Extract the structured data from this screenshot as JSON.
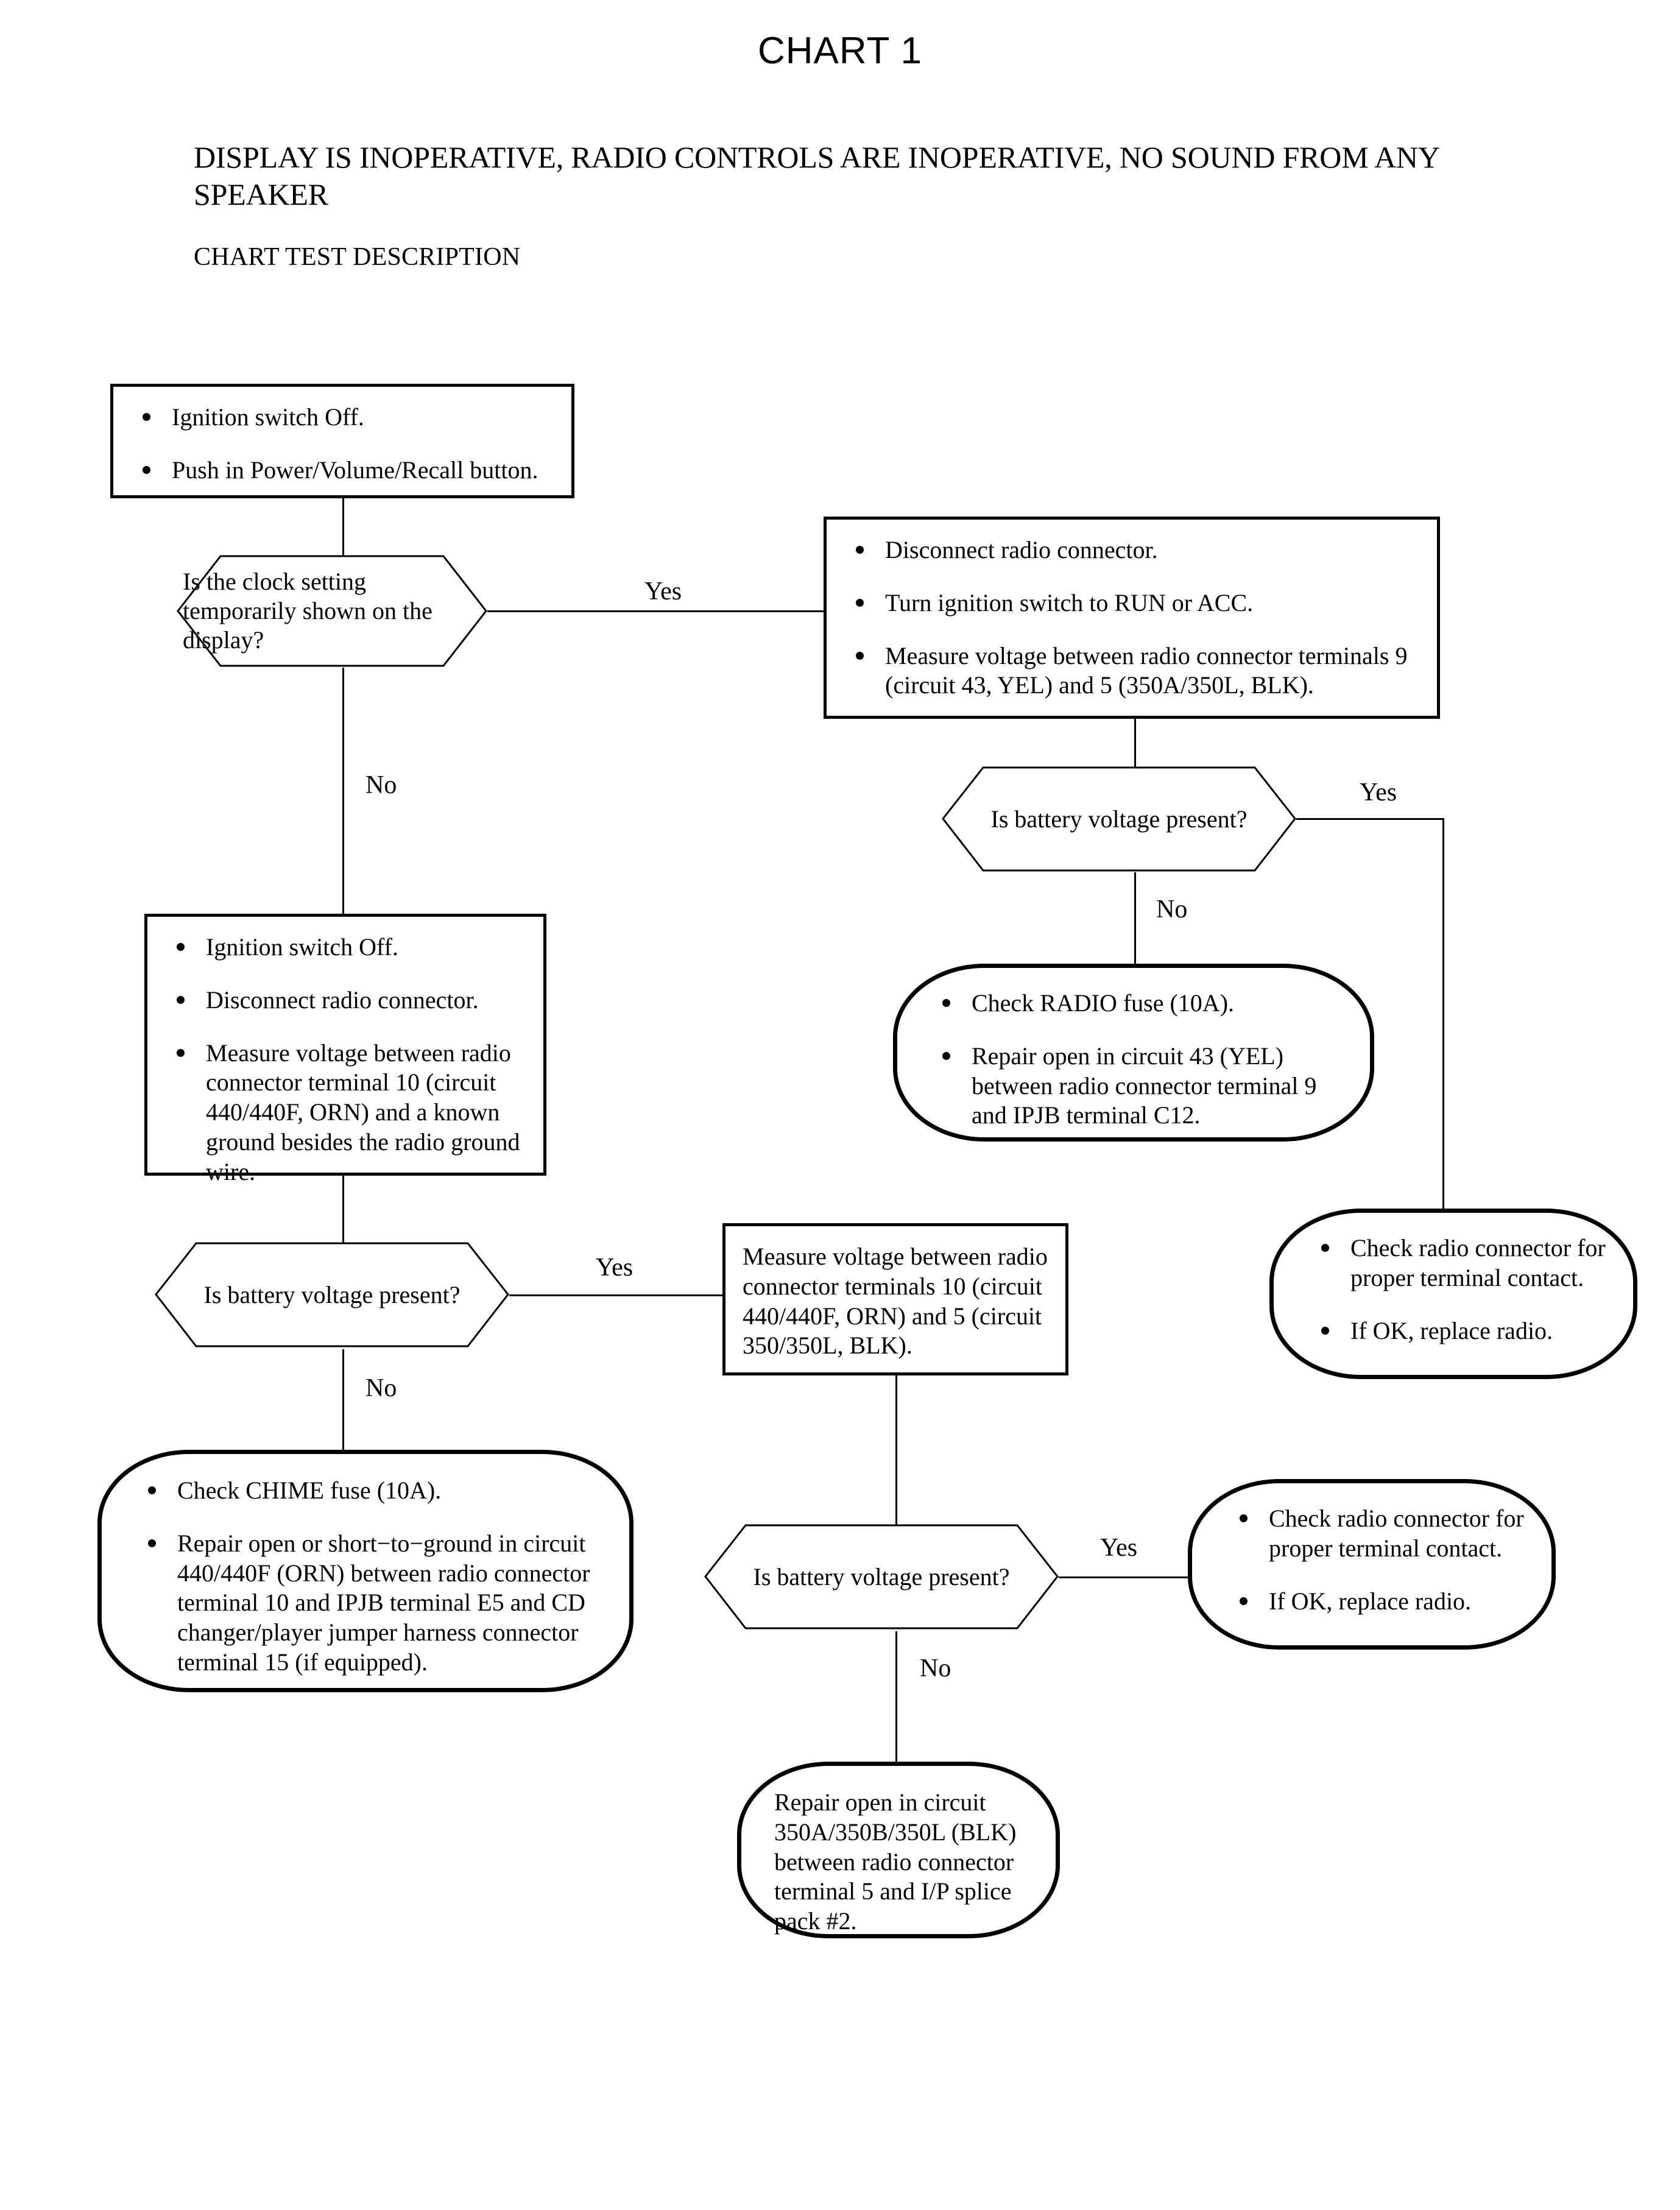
{
  "header": {
    "chart_title": "CHART 1",
    "symptom": "DISPLAY IS INOPERATIVE, RADIO CONTROLS ARE INOPERATIVE, NO SOUND FROM ANY SPEAKER",
    "test_description": "CHART TEST DESCRIPTION"
  },
  "labels": {
    "yes": "Yes",
    "no": "No"
  },
  "nodes": {
    "start_box": {
      "items": [
        "Ignition switch Off.",
        "Push in Power/Volume/Recall button."
      ]
    },
    "clock_decision": {
      "text": "Is the clock setting temporarily shown on the display?"
    },
    "disconnect_box": {
      "items": [
        "Disconnect radio connector.",
        "Turn ignition switch to RUN or ACC.",
        "Measure voltage between radio connector terminals 9 (circuit 43, YEL) and 5 (350A/350L, BLK)."
      ]
    },
    "battery_decision_1": {
      "text": "Is battery voltage present?"
    },
    "radio_fuse_terminal": {
      "items": [
        "Check RADIO fuse (10A).",
        "Repair open in circuit 43 (YEL) between radio connector terminal 9 and IPJB terminal C12."
      ]
    },
    "ground_measure_box": {
      "items": [
        "Ignition switch Off.",
        "Disconnect radio connector.",
        "Measure voltage between radio connector terminal 10 (circuit 440/440F, ORN) and a known ground besides the radio ground wire."
      ]
    },
    "battery_decision_2": {
      "text": "Is battery voltage present?"
    },
    "measure_10_5_box": {
      "text": "Measure voltage between radio connector terminals 10 (circuit 440/440F, ORN) and 5 (circuit 350/350L, BLK)."
    },
    "check_connector_terminal_1": {
      "items": [
        "Check radio connector for proper terminal contact.",
        "If OK, replace radio."
      ]
    },
    "chime_fuse_terminal": {
      "items": [
        "Check CHIME fuse (10A).",
        "Repair open or short−to−ground in circuit 440/440F (ORN) between radio connector terminal 10 and IPJB terminal E5 and CD changer/player jumper harness connector terminal 15 (if equipped)."
      ]
    },
    "battery_decision_3": {
      "text": "Is battery voltage present?"
    },
    "check_connector_terminal_2": {
      "items": [
        "Check radio connector for proper terminal contact.",
        "If OK, replace radio."
      ]
    },
    "repair_350_terminal": {
      "text": "Repair open in circuit 350A/350B/350L (BLK) between radio connector terminal 5 and I/P splice pack #2."
    }
  },
  "branch_labels": {
    "clock_yes": "Yes",
    "clock_no": "No",
    "batt1_yes": "Yes",
    "batt1_no": "No",
    "batt2_yes": "Yes",
    "batt2_no": "No",
    "batt3_yes": "Yes",
    "batt3_no": "No"
  }
}
